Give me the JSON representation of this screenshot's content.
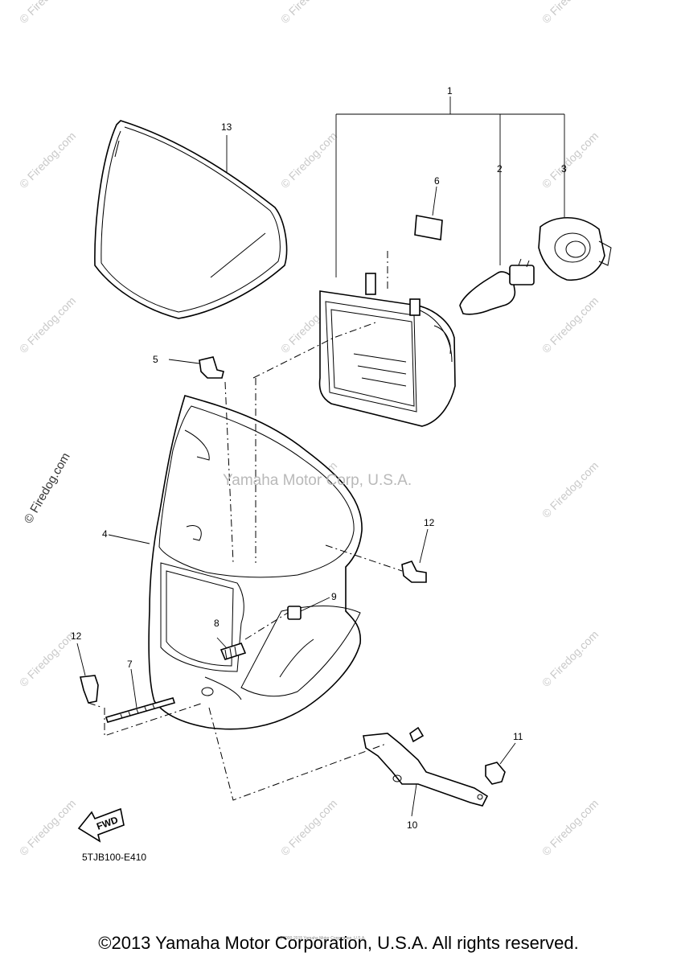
{
  "diagram": {
    "callouts": [
      {
        "id": "c1",
        "label": "1"
      },
      {
        "id": "c2",
        "label": "2"
      },
      {
        "id": "c3",
        "label": "3"
      },
      {
        "id": "c4",
        "label": "4"
      },
      {
        "id": "c5",
        "label": "5"
      },
      {
        "id": "c6",
        "label": "6"
      },
      {
        "id": "c7",
        "label": "7"
      },
      {
        "id": "c8",
        "label": "8"
      },
      {
        "id": "c9",
        "label": "9"
      },
      {
        "id": "c10",
        "label": "10"
      },
      {
        "id": "c11",
        "label": "11"
      },
      {
        "id": "c12a",
        "label": "12"
      },
      {
        "id": "c12b",
        "label": "12"
      },
      {
        "id": "c13",
        "label": "13"
      }
    ],
    "fwd_label": "FWD",
    "diagram_code": "5TJB100-E410",
    "center_watermark": "Yamaha Motor Corp, U.S.A.",
    "side_watermark": "© Firedog.com",
    "repeat_watermark": "© Firedog.com",
    "small_print": "(c) 2000-2015 Yamaha Motor Corporation, U.S.A."
  },
  "footer": {
    "copyright": "©2013 Yamaha Motor Corporation, U.S.A. All rights reserved."
  },
  "colors": {
    "line": "#000000",
    "watermark": "#c9c9c9",
    "background": "#ffffff"
  }
}
